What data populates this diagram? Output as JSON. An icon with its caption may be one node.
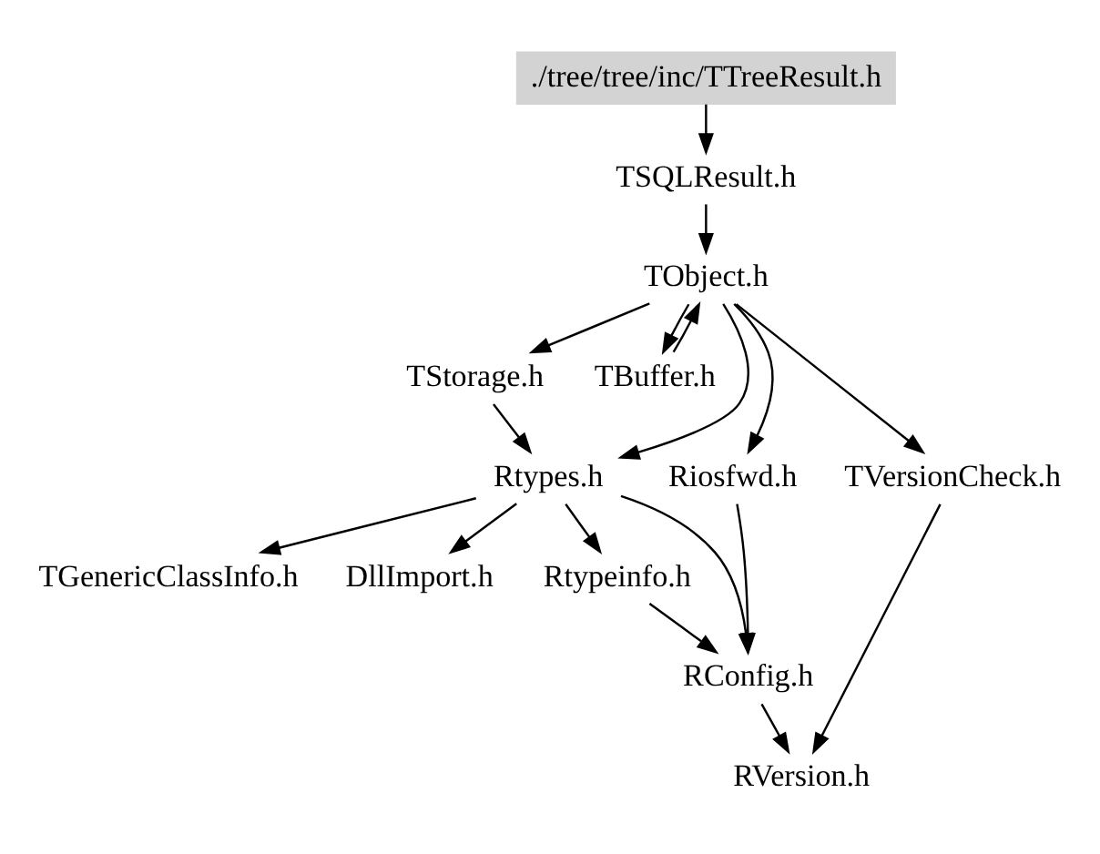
{
  "diagram": {
    "nodes": [
      {
        "text": [
          "./tree/tree/inc/TTreeResult.h"
        ]
      },
      {
        "text": [
          "TSQLResult.h"
        ]
      },
      {
        "text": [
          "TObject.h"
        ]
      },
      {
        "text": [
          "TStorage.h"
        ]
      },
      {
        "text": [
          "TBuffer.h"
        ]
      },
      {
        "text": [
          "Riosfwd.h"
        ]
      },
      {
        "text": [
          "Rtypes.h"
        ]
      },
      {
        "text": [
          "TVersionCheck.h"
        ]
      },
      {
        "text": [
          "TGenericClassInfo.h"
        ]
      },
      {
        "text": [
          "DllImport.h"
        ]
      },
      {
        "text": [
          "Rtypeinfo.h"
        ]
      },
      {
        "text": [
          "RConfig.h"
        ]
      },
      {
        "text": [
          "RVersion.h"
        ]
      }
    ],
    "edges": [
      {
        "from": 0,
        "to": 1,
        "arrow": "to"
      },
      {
        "from": 1,
        "to": 2,
        "arrow": "to"
      },
      {
        "from": 2,
        "to": 5,
        "arrow": "to"
      },
      {
        "from": 2,
        "to": 3,
        "arrow": "to"
      },
      {
        "from": 2,
        "to": 4,
        "arrow": "to"
      },
      {
        "from": 2,
        "to": 6,
        "arrow": "to"
      },
      {
        "from": 2,
        "to": 7,
        "arrow": "to"
      },
      {
        "from": 4,
        "to": 2,
        "arrow": "to"
      },
      {
        "from": 3,
        "to": 6,
        "arrow": "to"
      },
      {
        "from": 5,
        "to": 11,
        "arrow": "to"
      },
      {
        "from": 6,
        "to": 8,
        "arrow": "to"
      },
      {
        "from": 6,
        "to": 11,
        "arrow": "to"
      },
      {
        "from": 6,
        "to": 9,
        "arrow": "to"
      },
      {
        "from": 6,
        "to": 10,
        "arrow": "to"
      },
      {
        "from": 10,
        "to": 11,
        "arrow": "to"
      },
      {
        "from": 7,
        "to": 12,
        "arrow": "to"
      },
      {
        "from": 11,
        "to": 12,
        "arrow": "to"
      }
    ]
  }
}
